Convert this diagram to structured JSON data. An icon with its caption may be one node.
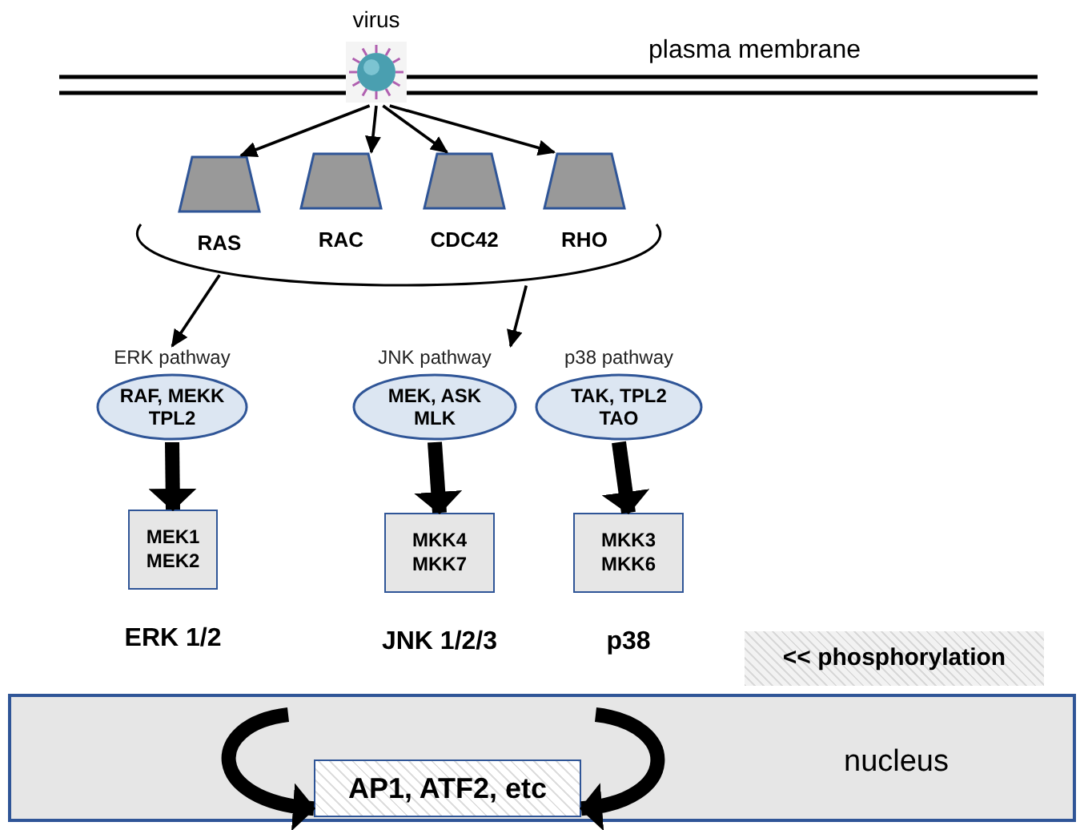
{
  "diagram": {
    "nodes": [
      {
        "text": [
          "virus"
        ]
      },
      {
        "text": [],
        "shape": "arc"
      },
      {
        "text": [
          "RAS"
        ],
        "in": 1
      },
      {
        "text": [
          "RAC"
        ],
        "in": 1
      },
      {
        "text": [
          "CDC42"
        ],
        "in": 1
      },
      {
        "text": [
          "RHO"
        ],
        "in": 1
      },
      {
        "text": [
          "ERK pathway",
          "RAF, MEKK TPL2"
        ]
      },
      {
        "text": [
          "JNK pathway",
          "MEK, ASK MLK"
        ]
      },
      {
        "text": [
          "p38 pathway",
          "TAK, TPL2 TAO"
        ]
      },
      {
        "text": [
          "MEK1 MEK2"
        ],
        "beside": [
          "ERK 1/2"
        ]
      },
      {
        "text": [
          "MKK4 MKK7"
        ],
        "beside": [
          "JNK 1/2/3"
        ]
      },
      {
        "text": [
          "MKK3 MKK6"
        ],
        "beside": [
          "p38"
        ]
      },
      {
        "text": [
          "nucleus"
        ]
      },
      {
        "text": [
          "AP1, ATF2, etc"
        ],
        "in": 12
      }
    ],
    "edges": [
      {
        "from": 0,
        "to": 2,
        "arrow": "to"
      },
      {
        "from": 0,
        "to": 3,
        "arrow": "to"
      },
      {
        "from": 0,
        "to": 4,
        "arrow": "to"
      },
      {
        "from": 0,
        "to": 5,
        "arrow": "to"
      },
      {
        "from": 1,
        "to": 6,
        "arrow": "to"
      },
      {
        "from": 1,
        "to": 7,
        "arrow": "to"
      },
      {
        "from": 6,
        "to": 9,
        "arrow": "to",
        "style": "thick"
      },
      {
        "from": 7,
        "to": 10,
        "arrow": "to",
        "style": "thick"
      },
      {
        "from": 8,
        "to": 11,
        "arrow": "to",
        "style": "thick"
      },
      {
        "from": null,
        "to": 13,
        "arrow": "to",
        "style": "thick"
      },
      {
        "from": null,
        "to": 13,
        "arrow": "to",
        "style": "thick"
      }
    ],
    "labels": [
      "plasma membrane",
      "<< phosphorylation"
    ]
  }
}
